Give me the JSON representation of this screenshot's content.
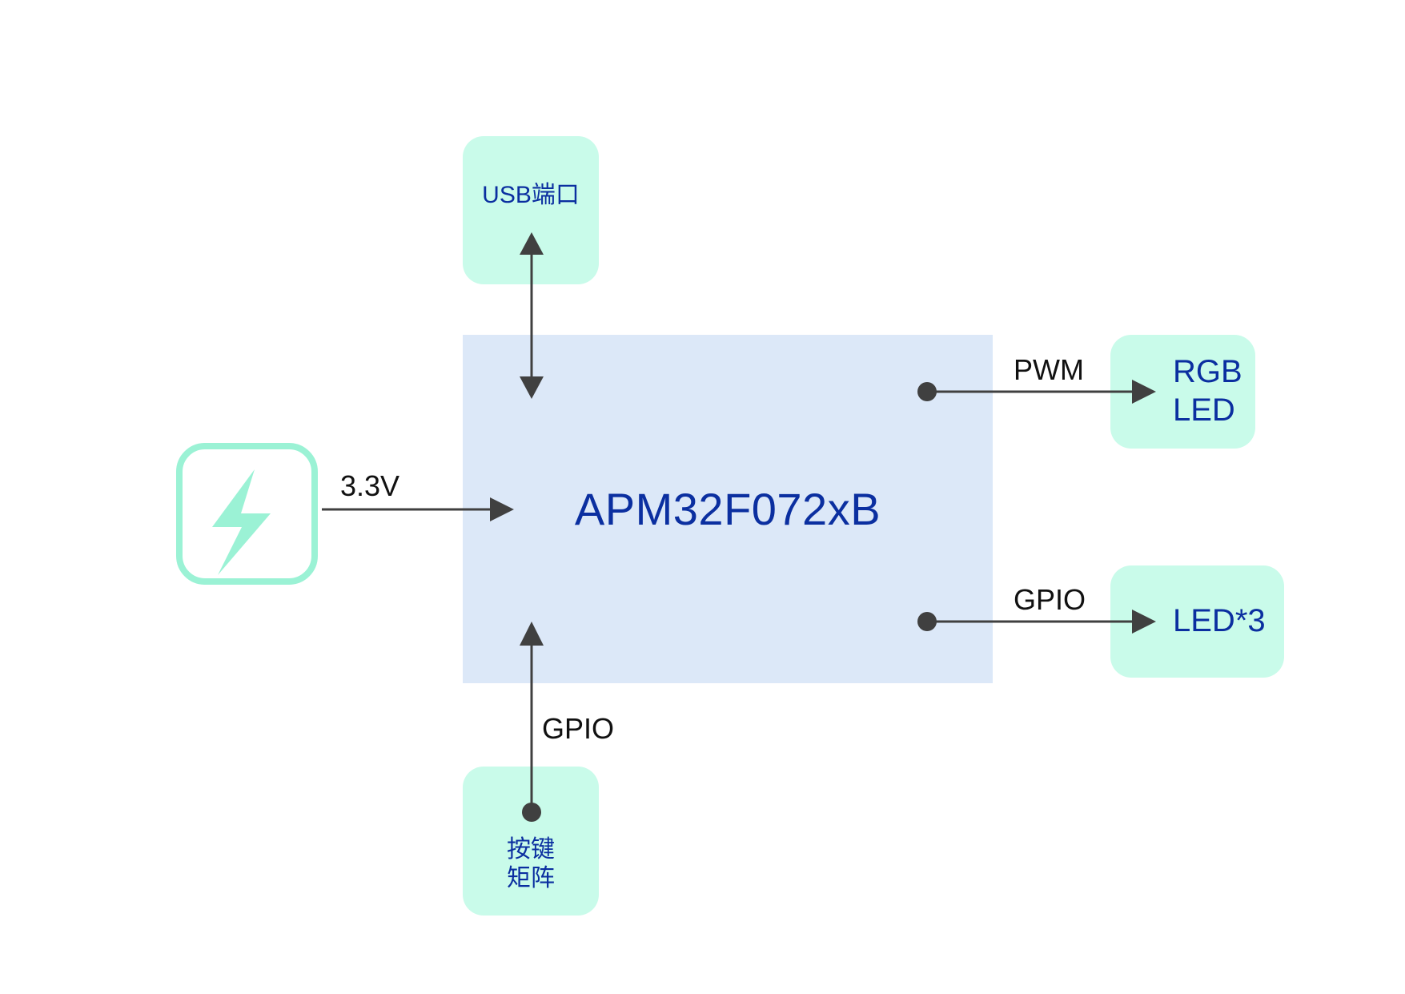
{
  "diagram": {
    "mcu": {
      "label": "APM32F072xB"
    },
    "blocks": {
      "usb": {
        "label": "USB端口"
      },
      "keypad": {
        "label": "按键\n矩阵"
      },
      "rgb_led": {
        "label": "RGB\nLED"
      },
      "led3": {
        "label": "LED*3"
      },
      "power": {
        "icon": "lightning-bolt-icon"
      }
    },
    "connections": [
      {
        "from": "power",
        "to": "mcu",
        "label": "3.3V",
        "direction": "to-mcu"
      },
      {
        "from": "usb",
        "to": "mcu",
        "label": "",
        "direction": "bidirectional"
      },
      {
        "from": "mcu",
        "to": "rgb_led",
        "label": "PWM",
        "direction": "to-target"
      },
      {
        "from": "mcu",
        "to": "led3",
        "label": "GPIO",
        "direction": "to-target"
      },
      {
        "from": "keypad",
        "to": "mcu",
        "label": "GPIO",
        "direction": "to-mcu"
      }
    ],
    "colors": {
      "block_fill": "#c9fbea",
      "mcu_fill": "#dce8f8",
      "text_blue": "#0b2fa0",
      "wire": "#404040",
      "power_accent": "#9bf2d5"
    }
  }
}
